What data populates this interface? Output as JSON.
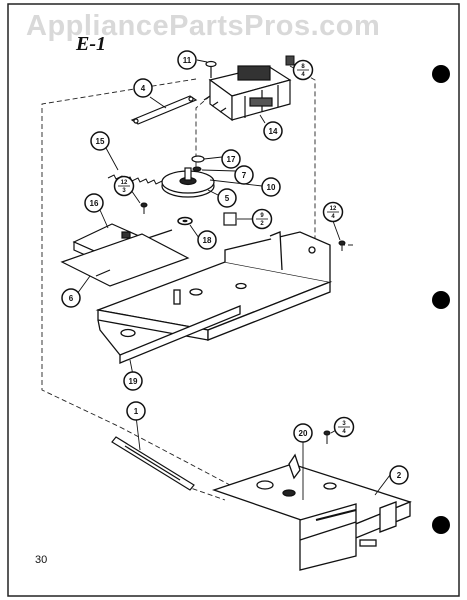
{
  "watermark": "AppliancePartsPros.com",
  "section_label": "E-1",
  "page_number": "30",
  "callouts": [
    {
      "id": "c11",
      "label": "11"
    },
    {
      "id": "c4",
      "label": "4"
    },
    {
      "id": "c14",
      "label": "14"
    },
    {
      "id": "c15",
      "label": "15"
    },
    {
      "id": "c17",
      "label": "17"
    },
    {
      "id": "c7",
      "label": "7"
    },
    {
      "id": "c10",
      "label": "10"
    },
    {
      "id": "c5",
      "label": "5"
    },
    {
      "id": "c16",
      "label": "16"
    },
    {
      "id": "c18",
      "label": "18"
    },
    {
      "id": "c6",
      "label": "6"
    },
    {
      "id": "c19",
      "label": "19"
    },
    {
      "id": "c1",
      "label": "1"
    },
    {
      "id": "c20",
      "label": "20"
    },
    {
      "id": "c2",
      "label": "2"
    }
  ],
  "fraction_callouts": [
    {
      "id": "f8_4",
      "top": "8",
      "bottom": "4"
    },
    {
      "id": "f12_3",
      "top": "12",
      "bottom": "3"
    },
    {
      "id": "f9_2",
      "top": "9",
      "bottom": "2"
    },
    {
      "id": "f12_4",
      "top": "12",
      "bottom": "4"
    },
    {
      "id": "f3_4",
      "top": "3",
      "bottom": "4"
    }
  ]
}
